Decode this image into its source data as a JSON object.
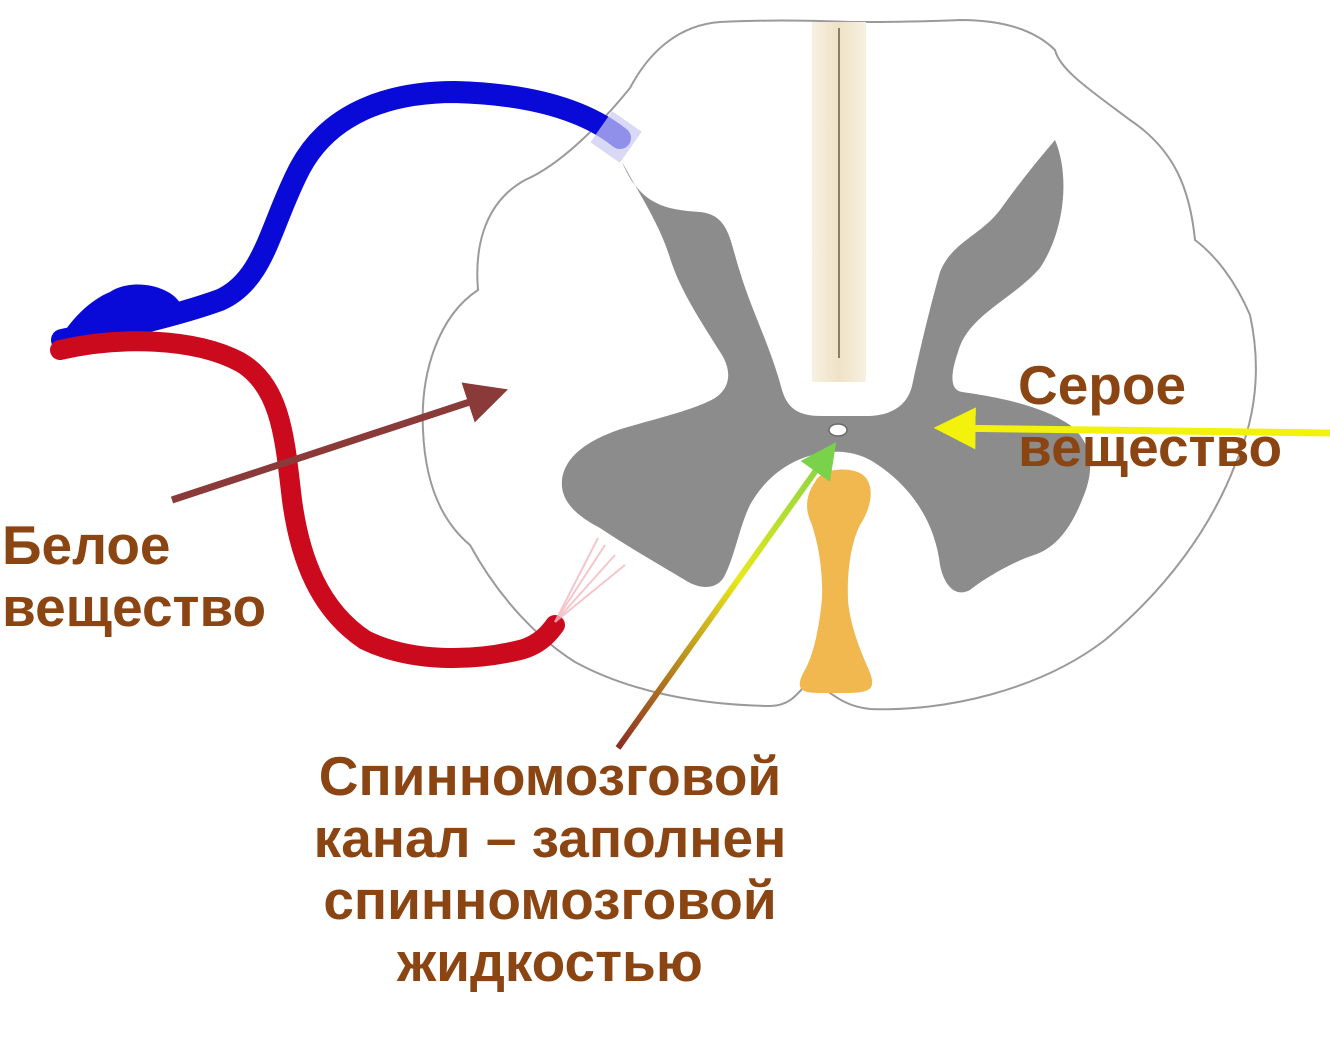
{
  "labels": {
    "white_matter": [
      "Белое",
      "вещество"
    ],
    "gray_matter": [
      "Серое",
      "вещество"
    ],
    "canal": [
      "Спинномозговой",
      "канал – заполнен",
      "спинномозговой",
      "жидкостью"
    ]
  },
  "colors": {
    "label_text": "#8B4513",
    "gray_matter": "#8c8c8c",
    "white_matter_fill": "#ffffff",
    "outline": "#9a9a9a",
    "sensory_root": "#0a0ad8",
    "motor_root": "#cc0a1e",
    "median_septum": "#f0e6cf",
    "anterior_fissure": "#f0b84e",
    "white_arrow": "#8b3a3a",
    "gray_arrow": "#f2f20c",
    "canal_arrow_tip": "#7ad14a",
    "canal_arrow_mid": "#e8e81c",
    "canal_arrow_base": "#8b2e22"
  }
}
